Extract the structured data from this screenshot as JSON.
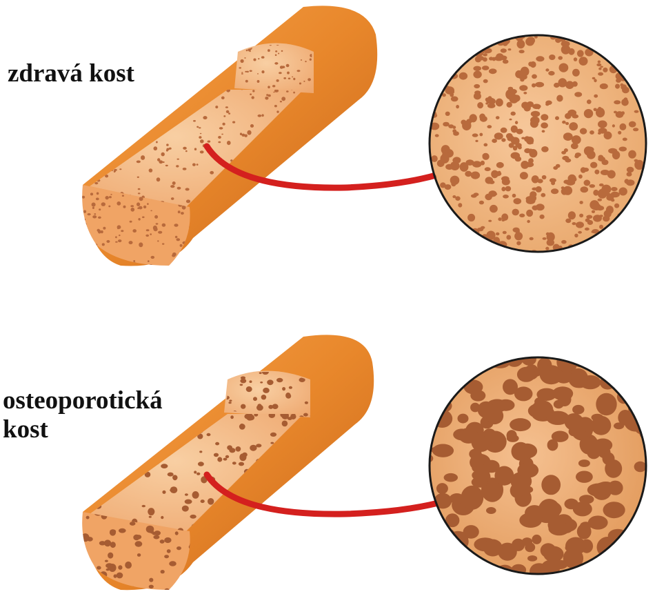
{
  "labels": {
    "healthy": "zdravá kost",
    "osteo_line1": "osteoporotická",
    "osteo_line2": "kost"
  },
  "colors": {
    "bone_outer": "#e8872b",
    "bone_cut": "#f2b27a",
    "pore_healthy": "#b86a3c",
    "pore_osteo": "#a65c32",
    "arrow": "#d4201e",
    "circle_border": "#1a1a1a"
  }
}
